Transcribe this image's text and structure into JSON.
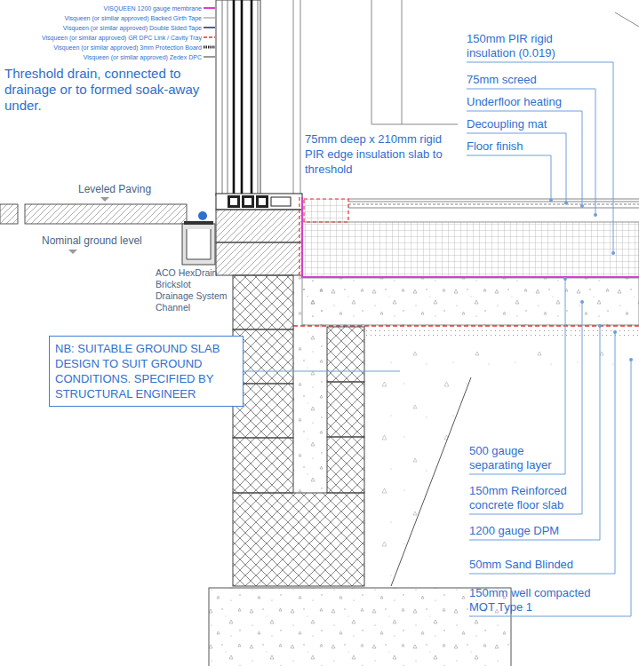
{
  "diagram": {
    "nodes": [
      {
        "text": [
          "NB: SUITABLE GROUND SLAB DESIGN TO SUIT GROUND CONDITIONS. SPECIFIED BY STRUCTURAL ENGINEER"
        ]
      }
    ],
    "labels": [
      "Threshold drain, connected to drainage or to formed soak-away under.",
      "75mm deep x 210mm rigid PIR edge insulation slab to threshold",
      "150mm PIR rigid insulation (0.019)",
      "75mm screed",
      "Underfloor heating",
      "Decoupling mat",
      "Floor finish",
      "Leveled Paving",
      "Nominal ground level",
      "ACO HexDrain Brickslot Drainage System Channel",
      "500 gauge separating layer",
      "150mm Reinforced concrete floor slab",
      "1200 gauge DPM",
      "50mm Sand Blinded",
      "150mm well compacted MOT Type 1"
    ],
    "legend": [
      {
        "text": "VISQUEEN 1200 gauge membrane"
      },
      {
        "text": "Visqueen (or similar approved) Backed Girth Tape"
      },
      {
        "text": "Visqueen (or similar approved) Double Sided Tape"
      },
      {
        "text": "Visqueen (or similar approved) GR DPC Link / Cavity Tray"
      },
      {
        "text": "Visqueen (or similar approved) 3mm Protection Board"
      },
      {
        "text": "Visqueen (or similar approved) Zedex DPC"
      }
    ]
  }
}
